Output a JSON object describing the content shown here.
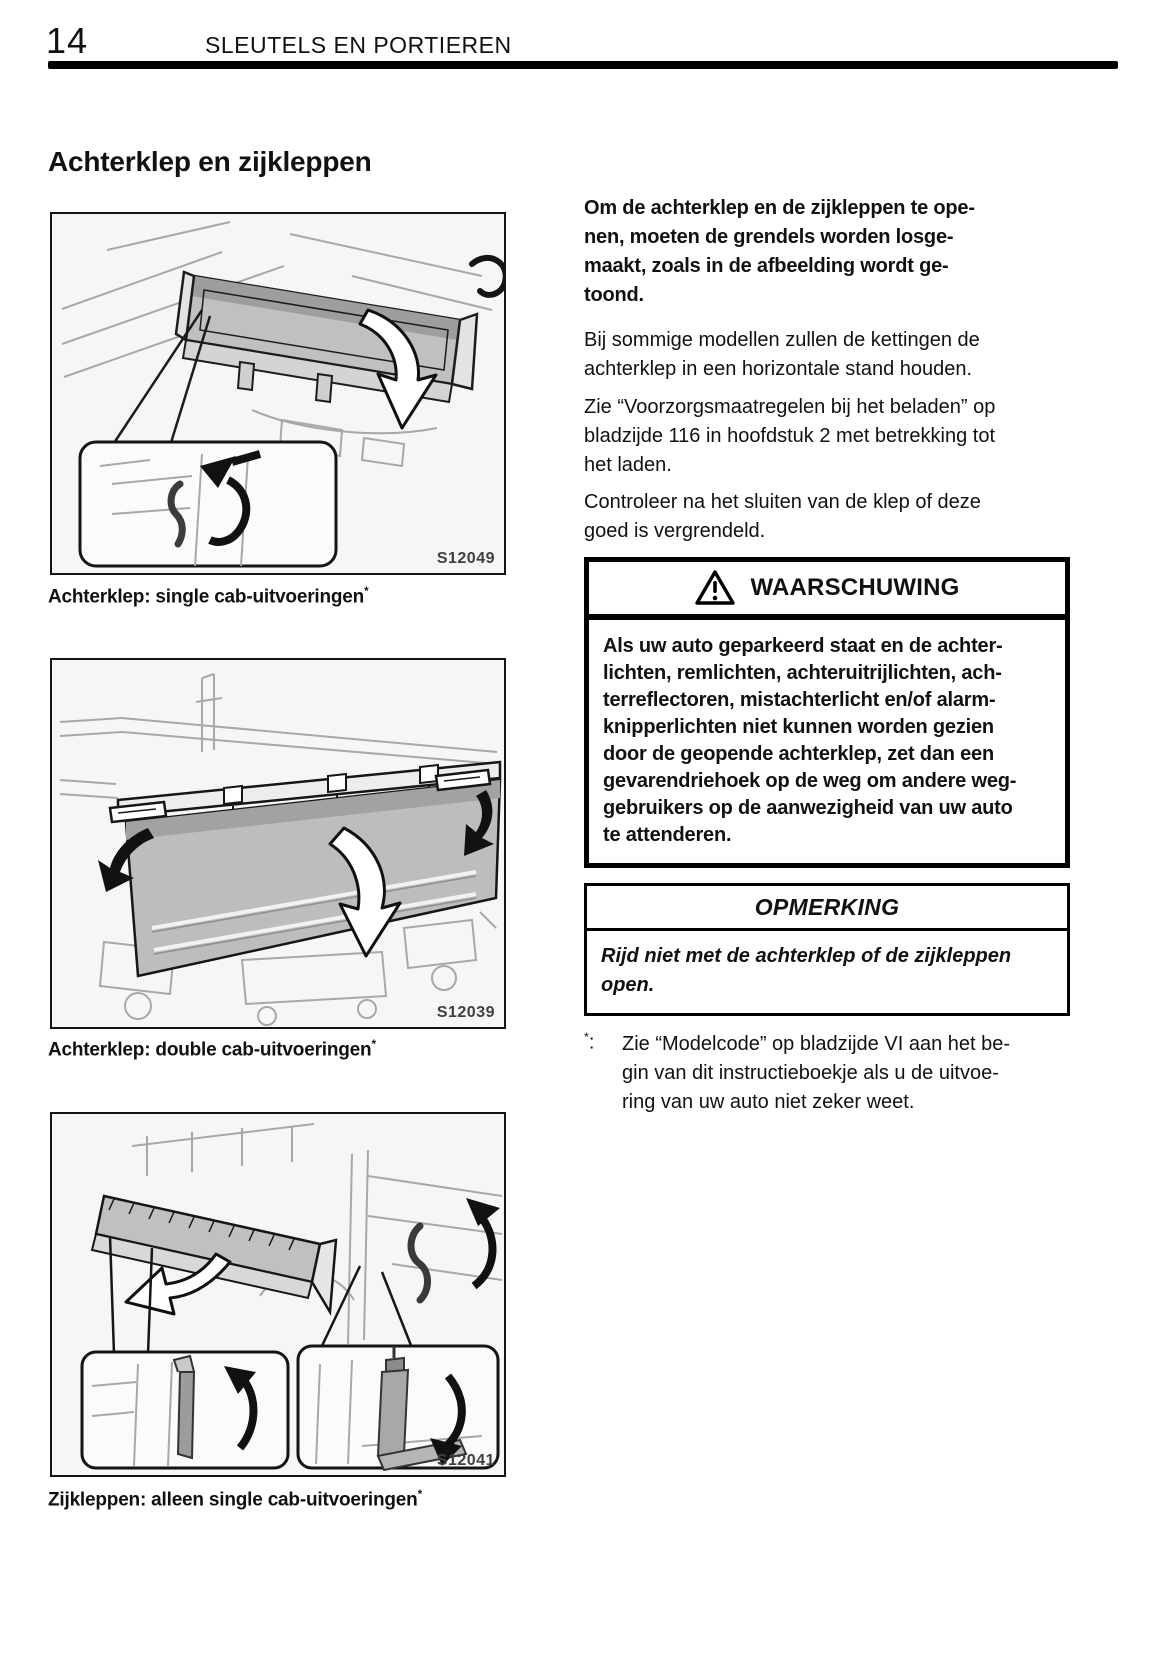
{
  "page_header": {
    "page_number": "14",
    "chapter_title": "SLEUTELS EN PORTIEREN"
  },
  "section_title": "Achterklep en zijkleppen",
  "figures": [
    {
      "code": "S12049",
      "caption": "Achterklep: single cab-uitvoeringen",
      "footnote_marker": "*"
    },
    {
      "code": "S12039",
      "caption": "Achterklep: double cab-uitvoeringen",
      "footnote_marker": "*"
    },
    {
      "code": "S12041",
      "caption": "Zijkleppen: alleen single cab-uitvoeringen",
      "footnote_marker": "*"
    }
  ],
  "body": {
    "lead_paragraph": "Om de achterklep en de zijkleppen te ope-\nnen, moeten de grendels worden losge-\nmaakt, zoals in de afbeelding wordt ge-\ntoond.",
    "paragraph_chains": "Bij sommige modellen zullen de kettingen de\nachterklep in een horizontale stand houden.",
    "paragraph_reference": "Zie “Voorzorgsmaatregelen bij het beladen” op\nbladzijde 116 in hoofdstuk 2 met betrekking tot\nhet laden.",
    "paragraph_check": "Controleer na het sluiten van de klep of deze\ngoed is vergrendeld."
  },
  "warning_box": {
    "title": "WAARSCHUWING",
    "body": "Als uw auto geparkeerd staat en de achter-\nlichten, remlichten, achteruitrijlichten, ach-\nterreflectoren, mistachterlicht en/of alarm-\nknipperlichten niet kunnen worden gezien\ndoor de geopende achterklep, zet dan een\ngevarendriehoek op de weg om andere weg-\ngebruikers op de aanwezigheid van uw auto\nte attenderen."
  },
  "note_box": {
    "title": "OPMERKING",
    "body": "Rijd niet met de achterklep of de zijkleppen\nopen."
  },
  "footnote": {
    "marker": "*",
    "separator": ":",
    "text": "Zie “Modelcode” op bladzijde VI aan het be-\ngin van dit instructieboekje als u de uitvoe-\nring van uw auto niet zeker weet."
  },
  "colors": {
    "ink": "#111111",
    "panel_gray": "#bdbdbd",
    "line_gray": "#a8a8a8"
  }
}
